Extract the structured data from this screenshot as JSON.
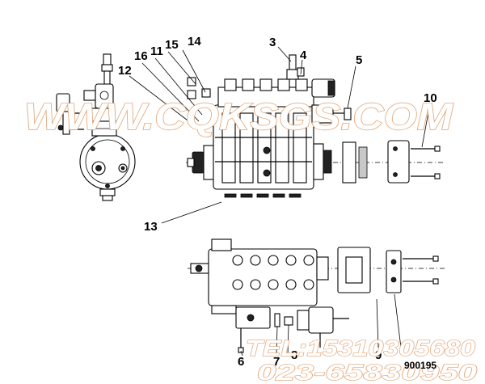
{
  "callouts": {
    "n16": "16",
    "n11": "11",
    "n15": "15",
    "n14": "14",
    "n12": "12",
    "n3": "3",
    "n4": "4",
    "n5": "5",
    "n10": "10",
    "n13": "13",
    "n6": "6",
    "n7": "7",
    "n8": "8",
    "n9": "9"
  },
  "watermark": {
    "site": "WWW.CQKSGS.COM",
    "phone_tel": "TEL:15310305680",
    "phone_land": "023-65830950"
  },
  "stamp": {
    "code": "900195"
  }
}
